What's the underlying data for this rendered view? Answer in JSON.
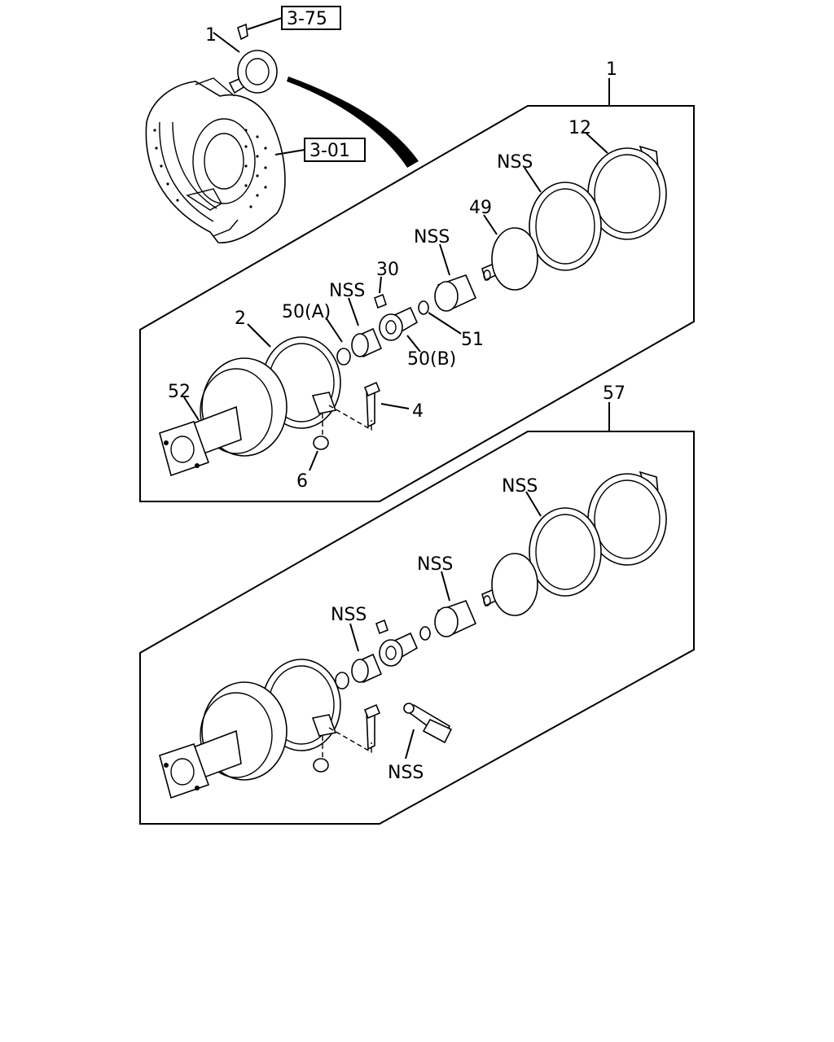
{
  "refs": {
    "ref_3_75": "3-75",
    "ref_3_01": "3-01"
  },
  "labels": {
    "assembly_top": "1",
    "assembly_main": "1",
    "part_12": "12",
    "nss_diaphragm": "NSS",
    "part_49": "49",
    "nss_boot": "NSS",
    "part_30": "30",
    "nss_bushing": "NSS",
    "part_50a": "50(A)",
    "part_2": "2",
    "part_51": "51",
    "part_50b": "50(B)",
    "part_52": "52",
    "part_4": "4",
    "part_6": "6",
    "assembly_57": "57",
    "nss57_diaphragm": "NSS",
    "nss57_boot": "NSS",
    "nss57_bushing": "NSS",
    "nss57_tube": "NSS"
  }
}
